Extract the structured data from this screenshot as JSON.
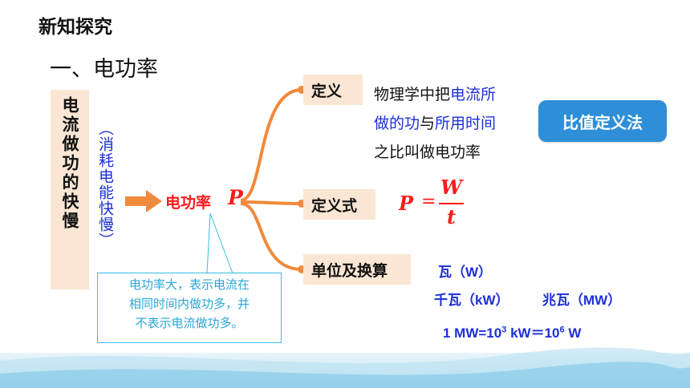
{
  "header": {
    "section_label": "新知探究",
    "section_title": "一、电功率"
  },
  "left": {
    "box_text": "电流做功的快慢",
    "paren_text": "（消耗电能快慢）"
  },
  "center": {
    "label": "电功率",
    "symbol": "P"
  },
  "branches": [
    {
      "label": "定义"
    },
    {
      "label": "定义式"
    },
    {
      "label": "单位及换算"
    }
  ],
  "definition": {
    "part1": "物理学中把",
    "part2": "电流所",
    "part3": "做的功",
    "part4": "与",
    "part5": "所用时间",
    "part6": "之比叫做电功率"
  },
  "method_badge": "比值定义法",
  "formula": {
    "lhs": "P",
    "eq": "=",
    "numerator": "W",
    "denominator": "t"
  },
  "units": {
    "watt": "瓦（W）",
    "kilowatt": "千瓦（kW）",
    "megawatt": "兆瓦（MW）",
    "conversion": {
      "a": "1 MW=10",
      "exp1": "3",
      "b": " kW＝10",
      "exp2": "6",
      "c": " W"
    }
  },
  "note": {
    "line1": "电功率大，表示电流在",
    "line2": "相同时间内做功多，并",
    "line3": "不表示电流做功多。"
  },
  "colors": {
    "accent_red": "#ff1a1a",
    "accent_blue": "#1d2fd6",
    "branch_orange": "#f08a3c",
    "box_fill": "#fbe6d3",
    "badge_blue": "#2e8fd8",
    "note_cyan": "#2aa6d8"
  }
}
